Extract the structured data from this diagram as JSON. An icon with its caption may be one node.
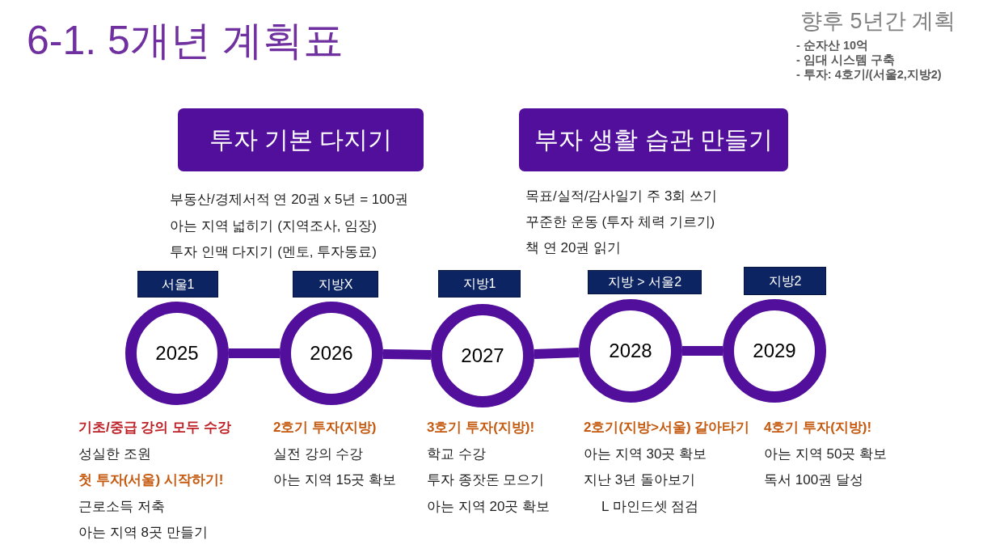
{
  "diagram": {
    "title": "6-1. 5개년 계획표",
    "nodes": [
      {
        "text": [
          "투자 기본 다지기"
        ],
        "beside": [
          "부동산/경제서적 연 20권 x 5년 = 100권",
          "아는 지역 넓히기 (지역조사, 임장)",
          "투자 인맥 다지기 (멘토, 투자동료)"
        ]
      },
      {
        "text": [
          "부자 생활 습관 만들기"
        ],
        "beside": [
          "목표/실적/감사일기 주 3회 쓰기",
          "꾸준한 운동 (투자 체력 기르기)",
          "책 연 20권 읽기"
        ]
      },
      {
        "text": [
          "서울1"
        ]
      },
      {
        "text": [
          "지방X"
        ]
      },
      {
        "text": [
          "지방1"
        ]
      },
      {
        "text": [
          "지방 > 서울2"
        ]
      },
      {
        "text": [
          "지방2"
        ]
      },
      {
        "text": [
          "2025"
        ],
        "beside": [
          "기초/중급 강의 모두 수강",
          "성실한 조원",
          "첫 투자(서울) 시작하기!",
          "근로소득 저축",
          "아는 지역 8곳 만들기"
        ]
      },
      {
        "text": [
          "2026"
        ],
        "beside": [
          "2호기 투자(지방)",
          "실전 강의 수강",
          "아는 지역 15곳 확보"
        ]
      },
      {
        "text": [
          "2027"
        ],
        "beside": [
          "3호기 투자(지방)!",
          "학교 수강",
          "투자 종잣돈 모으기",
          "아는 지역 20곳 확보"
        ]
      },
      {
        "text": [
          "2028"
        ],
        "beside": [
          "2호기(지방>서울) 갈아타기",
          "아는 지역 30곳 확보",
          "지난 3년 돌아보기",
          "L 마인드셋 점검"
        ]
      },
      {
        "text": [
          "2029"
        ],
        "beside": [
          "4호기 투자(지방)!",
          "아는 지역 50곳 확보",
          "독서 100권 달성"
        ]
      }
    ],
    "edges": [
      {
        "from": 7,
        "to": 8,
        "arrow": "none"
      },
      {
        "from": 8,
        "to": 9,
        "arrow": "none"
      },
      {
        "from": 9,
        "to": 10,
        "arrow": "none"
      },
      {
        "from": 10,
        "to": 11,
        "arrow": "none"
      }
    ],
    "labels": [
      "향후 5년간 계획",
      "- 순자산 10억",
      "- 임대 시스템 구축",
      "- 투자: 4호기/(서울2,지방2)"
    ]
  }
}
